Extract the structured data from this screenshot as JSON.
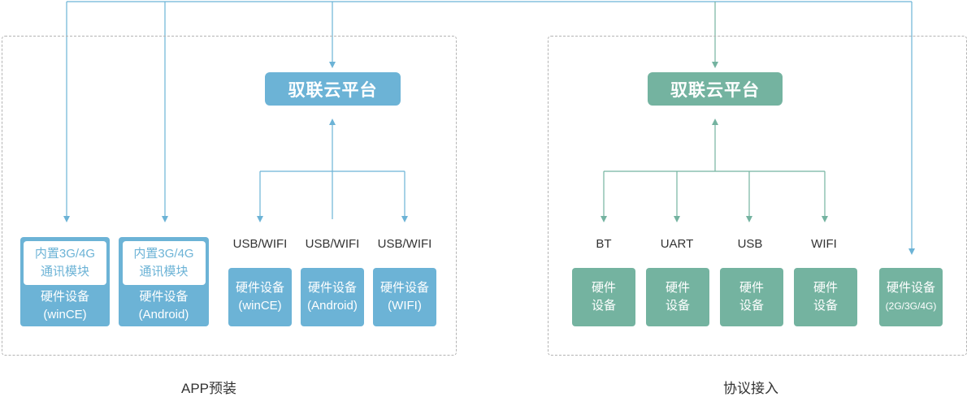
{
  "colors": {
    "app": "#6cb3d6",
    "protocol": "#74b3a0",
    "border": "#b4b4b4"
  },
  "groups": {
    "app": {
      "caption": "APP预装",
      "platform": "驭联云平台",
      "module_devices": [
        {
          "module_line1": "内置3G/4G",
          "module_line2": "通讯模块",
          "line1": "硬件设备",
          "line2": "(winCE)"
        },
        {
          "module_line1": "内置3G/4G",
          "module_line2": "通讯模块",
          "line1": "硬件设备",
          "line2": "(Android)"
        }
      ],
      "connections": [
        {
          "label": "USB/WIFI",
          "line1": "硬件设备",
          "line2": "(winCE)"
        },
        {
          "label": "USB/WIFI",
          "line1": "硬件设备",
          "line2": "(Android)"
        },
        {
          "label": "USB/WIFI",
          "line1": "硬件设备",
          "line2": "(WIFI)"
        }
      ]
    },
    "protocol": {
      "caption": "协议接入",
      "platform": "驭联云平台",
      "connections": [
        {
          "label": "BT",
          "line1": "硬件",
          "line2": "设备"
        },
        {
          "label": "UART",
          "line1": "硬件",
          "line2": "设备"
        },
        {
          "label": "USB",
          "line1": "硬件",
          "line2": "设备"
        },
        {
          "label": "WIFI",
          "line1": "硬件",
          "line2": "设备"
        }
      ],
      "direct_device": {
        "line1": "硬件设备",
        "line2": "(2G/3G/4G)"
      }
    }
  }
}
